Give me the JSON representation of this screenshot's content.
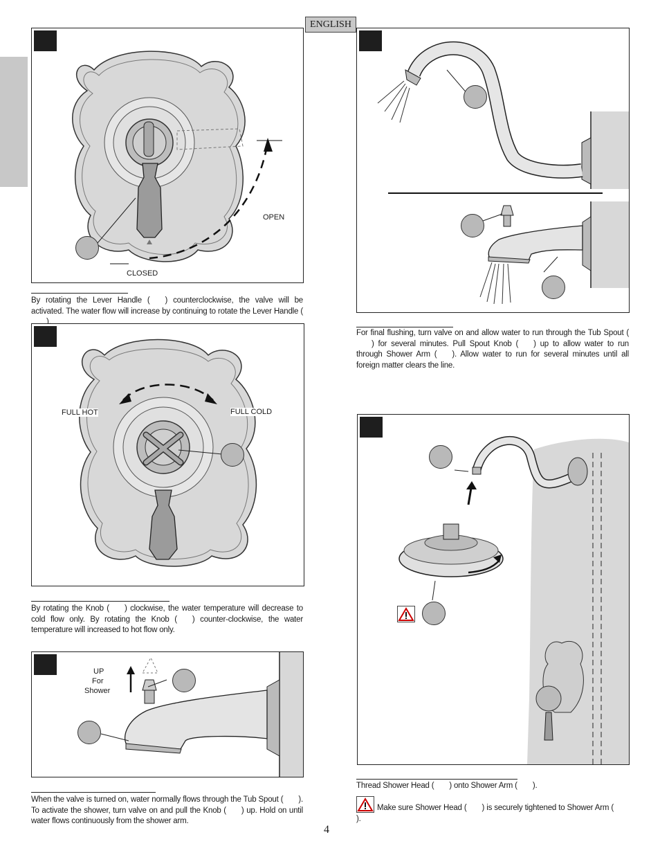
{
  "header": {
    "language_tab": "ENGLISH"
  },
  "page_number": "4",
  "panel1": {
    "label_open": "OPEN",
    "label_closed": "CLOSED",
    "caption_a": "By rotating the Lever Handle (",
    "caption_b": ") counterclockwise, the valve will be activated. The water flow will increase by continuing to rotate the Lever Handle (",
    "caption_c": ")."
  },
  "panel2": {
    "label_full_hot": "FULL HOT",
    "label_full_cold": "FULL COLD",
    "caption_a": "By rotating the Knob (",
    "caption_b": ") clockwise, the water temperature will decrease to cold flow only. By rotating the Knob (",
    "caption_c": ") counter-clockwise, the water temperature will increased to hot flow only."
  },
  "panel3": {
    "label_up": "UP",
    "label_for": "For",
    "label_shower": "Shower",
    "caption_a": "When the valve is turned on, water normally flows through the Tub Spout (",
    "caption_b": "). To activate the shower, turn valve on and pull the Knob (",
    "caption_c": ") up.  Hold on until water flows continuously from the shower arm."
  },
  "panel4": {
    "caption_a": "For final flushing, turn valve on and allow water to run through the Tub Spout (",
    "caption_b": ") for several minutes.  Pull Spout Knob (",
    "caption_c": ") up to allow water to run through Shower Arm (",
    "caption_d": ").  Allow water to run for several minutes until all foreign matter clears the line."
  },
  "panel5": {
    "caption_a": "Thread Shower Head (",
    "caption_b": ") onto Shower Arm (",
    "caption_c": ").",
    "warning_a": "Make sure Shower Head (",
    "warning_b": ") is securely tightened to Shower Arm (",
    "warning_c": ")."
  },
  "icons": [
    "warning-icon"
  ],
  "colors": {
    "step_box": "#1e1e1e",
    "tab_gray": "#c8c8c8",
    "callout_gray": "#b9b9b9",
    "wall_gray": "#d8d8d8"
  }
}
